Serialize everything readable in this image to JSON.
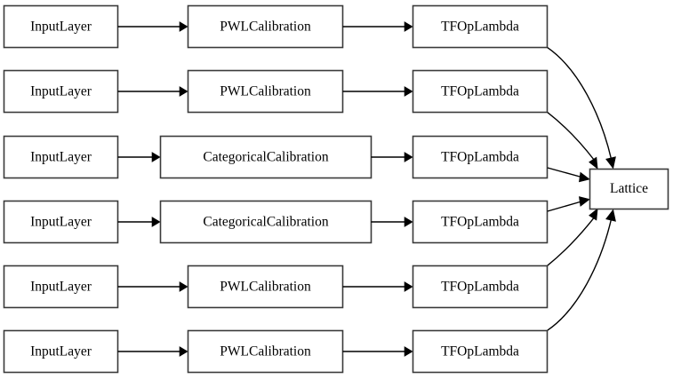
{
  "diagram": {
    "type": "model-architecture-flowchart",
    "orientation": "left-to-right",
    "background_color": "#ffffff",
    "node_fill_color": "#ffffff",
    "node_border_color": "#3a3a3a",
    "edge_color": "#000000",
    "text_color": "#000000",
    "columns": [
      {
        "name": "inputs",
        "label": "InputLayer column"
      },
      {
        "name": "calibrators",
        "label": "Calibration column"
      },
      {
        "name": "lambdas",
        "label": "TFOpLambda column"
      },
      {
        "name": "output",
        "label": "Lattice column"
      }
    ],
    "rows": [
      {
        "index": 1,
        "input": "InputLayer",
        "calibration": "PWLCalibration",
        "lambda": "TFOpLambda",
        "calibration_type": "pwl"
      },
      {
        "index": 2,
        "input": "InputLayer",
        "calibration": "PWLCalibration",
        "lambda": "TFOpLambda",
        "calibration_type": "pwl"
      },
      {
        "index": 3,
        "input": "InputLayer",
        "calibration": "CategoricalCalibration",
        "lambda": "TFOpLambda",
        "calibration_type": "categorical"
      },
      {
        "index": 4,
        "input": "InputLayer",
        "calibration": "CategoricalCalibration",
        "lambda": "TFOpLambda",
        "calibration_type": "categorical"
      },
      {
        "index": 5,
        "input": "InputLayer",
        "calibration": "PWLCalibration",
        "lambda": "TFOpLambda",
        "calibration_type": "pwl"
      },
      {
        "index": 6,
        "input": "InputLayer",
        "calibration": "PWLCalibration",
        "lambda": "TFOpLambda",
        "calibration_type": "pwl"
      }
    ],
    "output_node": {
      "label": "Lattice",
      "incoming_edge_count": 6
    },
    "edge_labels": []
  }
}
